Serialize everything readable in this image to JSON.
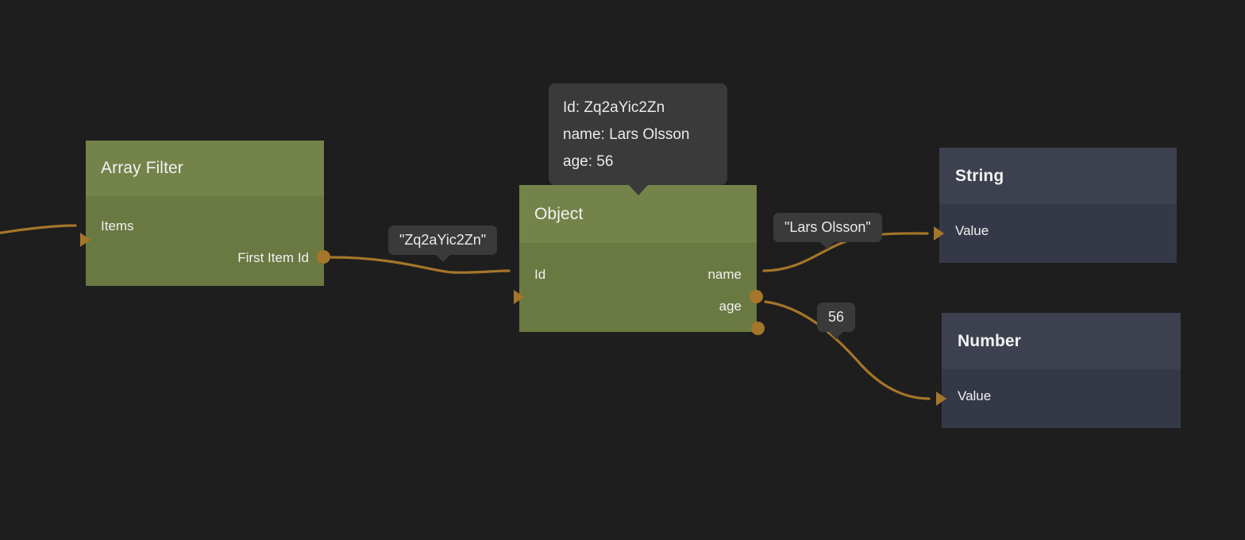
{
  "canvas": {
    "background": "#1e1e1e",
    "edge_color": "#a5762a",
    "green_header": "#74834a",
    "green_body": "#6a7942",
    "slate_header": "#3d414f",
    "slate_body": "#353947",
    "bubble_background": "#3a3a3a"
  },
  "nodes": {
    "array_filter": {
      "title": "Array Filter",
      "inputs": [
        {
          "label": "Items"
        }
      ],
      "outputs": [
        {
          "label": "First Item Id"
        }
      ]
    },
    "object": {
      "title": "Object",
      "inputs": [
        {
          "label": "Id"
        }
      ],
      "outputs": [
        {
          "label": "name"
        },
        {
          "label": "age"
        }
      ]
    },
    "string": {
      "title": "String",
      "inputs": [
        {
          "label": "Value"
        }
      ],
      "outputs": []
    },
    "number": {
      "title": "Number",
      "inputs": [
        {
          "label": "Value"
        }
      ],
      "outputs": []
    }
  },
  "tooltip": {
    "lines": [
      "Id: Zq2aYic2Zn",
      "name: Lars Olsson",
      "age: 56"
    ]
  },
  "edge_labels": {
    "first_item_id": "\"Zq2aYic2Zn\"",
    "name": "\"Lars Olsson\"",
    "age": "56"
  }
}
